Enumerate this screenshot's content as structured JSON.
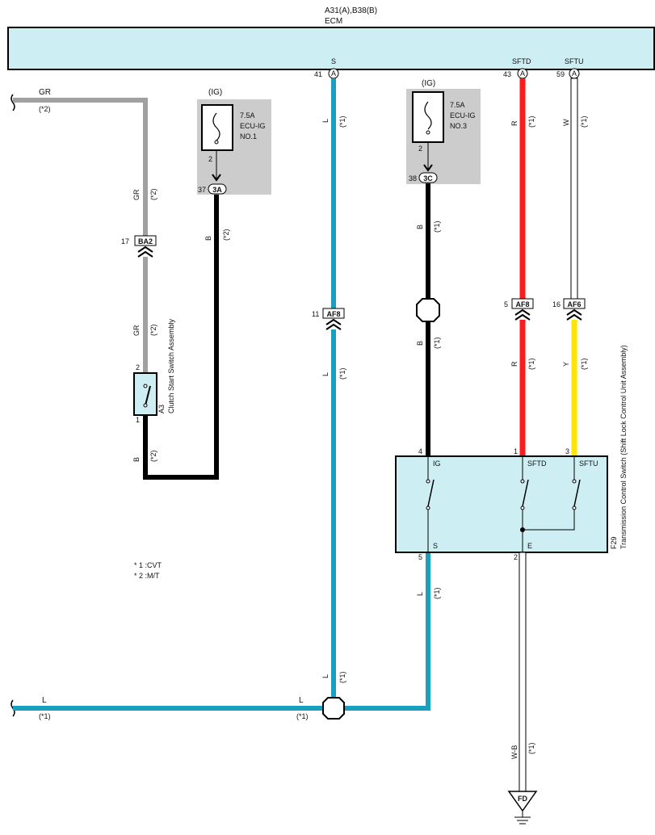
{
  "ecm": {
    "part": "A31(A),B38(B)",
    "name": "ECM"
  },
  "ecm_pins": [
    {
      "label": "S",
      "num": "41",
      "conn": "A"
    },
    {
      "label": "SFTD",
      "num": "43",
      "conn": "A"
    },
    {
      "label": "SFTU",
      "num": "59",
      "conn": "A"
    }
  ],
  "fuse1": {
    "supply": "(IG)",
    "rating": "7.5A",
    "name1": "ECU-IG",
    "name2": "NO.1",
    "pin": "2",
    "conn": "3A",
    "conn_num": "37"
  },
  "fuse2": {
    "supply": "(IG)",
    "rating": "7.5A",
    "name1": "ECU-IG",
    "name2": "NO.3",
    "pin": "2",
    "conn": "3C",
    "conn_num": "38"
  },
  "wires": {
    "gr_left": "GR",
    "gr_left_note": "(*2)",
    "gr1": "GR",
    "gr1_note": "(*2)",
    "gr2": "GR",
    "gr2_note": "(*2)",
    "b_fuse1": "B",
    "b_fuse1_note": "(*2)",
    "b_clutch": "B",
    "b_clutch_note": "(*2)",
    "l_s1": "L",
    "l_s1_note": "(*1)",
    "l_s2": "L",
    "l_s2_note": "(*1)",
    "l_s3": "L",
    "l_s3_note": "(*1)",
    "b_ig1": "B",
    "b_ig1_note": "(*1)",
    "b_ig2": "B",
    "b_ig2_note": "(*1)",
    "r1": "R",
    "r1_note": "(*1)",
    "r2": "R",
    "r2_note": "(*1)",
    "w": "W",
    "w_note": "(*1)",
    "y": "Y",
    "y_note": "(*1)",
    "l_sw": "L",
    "l_sw_note": "(*1)",
    "l_bottom_left": "L",
    "l_bottom_left_note": "(*1)",
    "l_bottom_mid": "L",
    "l_bottom_mid_note": "(*1)",
    "wb": "W-B",
    "wb_note": "(*1)"
  },
  "connectors": {
    "ba2": {
      "num": "17",
      "name": "BA2"
    },
    "af8_l": {
      "num": "11",
      "name": "AF8"
    },
    "af8_r": {
      "num": "5",
      "name": "AF8"
    },
    "af6": {
      "num": "16",
      "name": "AF6"
    }
  },
  "clutch": {
    "pin_top": "2",
    "pin_bottom": "1",
    "code": "A3",
    "name": "Clutch Start Switch Assembly"
  },
  "tcs": {
    "code": "F29",
    "name": "Transmission Control Switch (Shift Lock Control Unit Assembly)",
    "pins_top": [
      {
        "num": "4",
        "label": "IG"
      },
      {
        "num": "1",
        "label": "SFTD"
      },
      {
        "num": "3",
        "label": "SFTU"
      }
    ],
    "pins_bottom": [
      {
        "num": "5",
        "label": "S"
      },
      {
        "num": "2",
        "label": "E"
      }
    ]
  },
  "notes": [
    "* 1 :CVT",
    "* 2 :M/T"
  ],
  "ground": "FD",
  "colors": {
    "ecm_fill": "#cdeef3",
    "gray": "#a0a0a0",
    "black": "#000000",
    "blue": "#1a9fc0",
    "red": "#ff1a1a",
    "yellow": "#ffe600",
    "fuse_bg": "#cccccc"
  }
}
